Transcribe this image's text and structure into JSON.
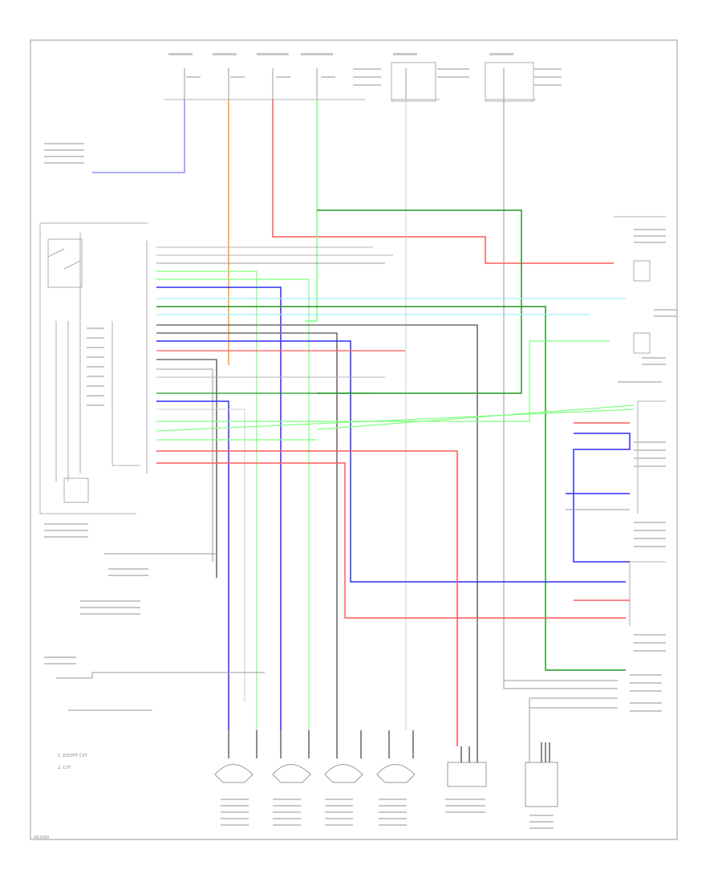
{
  "colors": {
    "blue": "#2f2ff5",
    "light_blue": "#8f8fff",
    "orange": "#ff9a3c",
    "red": "#ff5a5a",
    "green": "#7fff7f",
    "dark_green": "#1e9a1e",
    "cyan": "#9ff0ff",
    "dark_gray": "#6e6e6e",
    "gray": "#b5b5b5",
    "frame": "#9a9a9a"
  },
  "diagram": {
    "legend": {
      "item1": "1. EXCEPT CVT",
      "item2": "2. CVT"
    },
    "footer_code": "A01000"
  }
}
